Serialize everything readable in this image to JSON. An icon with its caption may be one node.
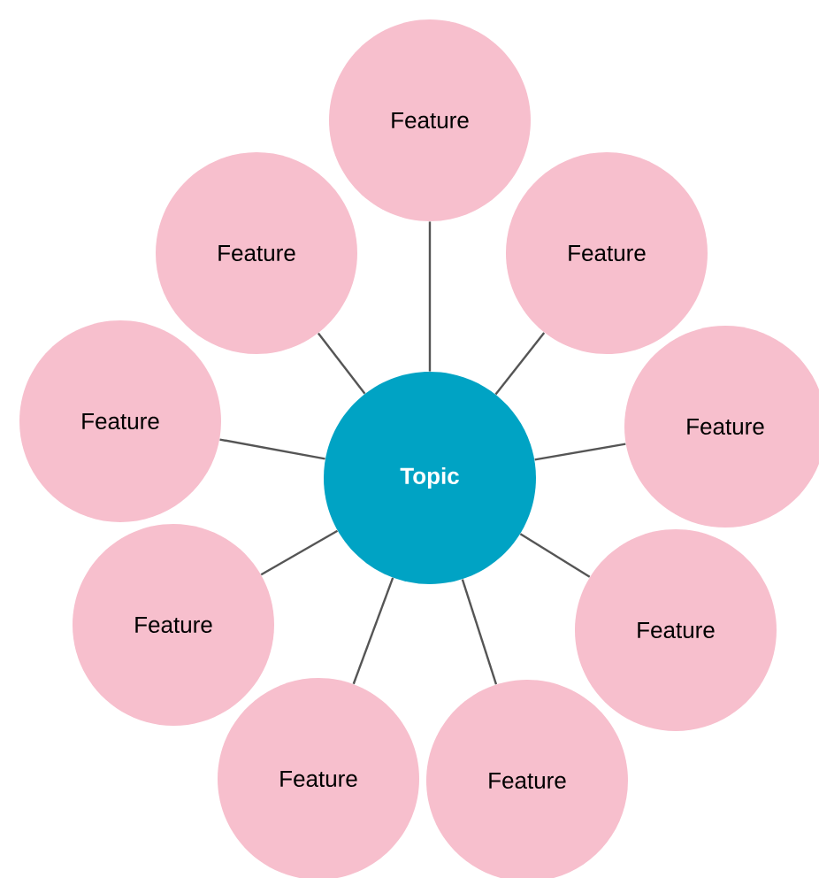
{
  "diagram": {
    "nodes": [
      {
        "text": [
          "Topic"
        ]
      },
      {
        "text": [
          "Feature"
        ]
      },
      {
        "text": [
          "Feature"
        ]
      },
      {
        "text": [
          "Feature"
        ]
      },
      {
        "text": [
          "Feature"
        ]
      },
      {
        "text": [
          "Feature"
        ]
      },
      {
        "text": [
          "Feature"
        ]
      },
      {
        "text": [
          "Feature"
        ]
      },
      {
        "text": [
          "Feature"
        ]
      },
      {
        "text": [
          "Feature"
        ]
      }
    ],
    "edges": [
      {
        "from": 0,
        "to": 1,
        "arrow": "none"
      },
      {
        "from": 0,
        "to": 2,
        "arrow": "none"
      },
      {
        "from": 0,
        "to": 3,
        "arrow": "none"
      },
      {
        "from": 0,
        "to": 4,
        "arrow": "none"
      },
      {
        "from": 0,
        "to": 5,
        "arrow": "none"
      },
      {
        "from": 0,
        "to": 6,
        "arrow": "none"
      },
      {
        "from": 0,
        "to": 7,
        "arrow": "none"
      },
      {
        "from": 0,
        "to": 8,
        "arrow": "none"
      },
      {
        "from": 0,
        "to": 9,
        "arrow": "none"
      }
    ]
  }
}
